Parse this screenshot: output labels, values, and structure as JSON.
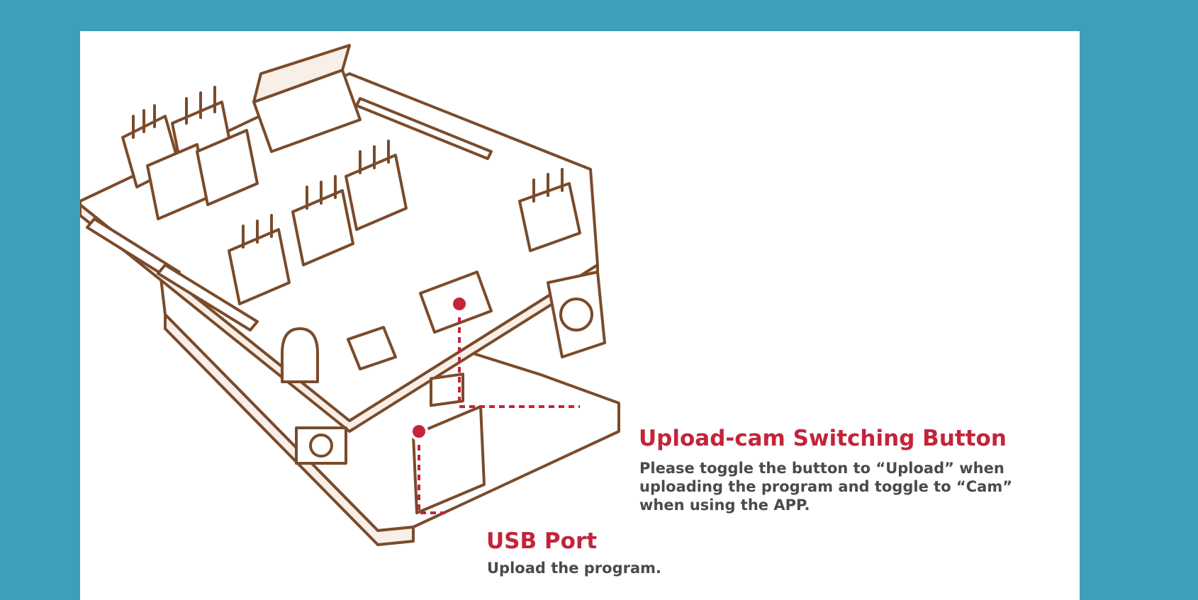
{
  "colors": {
    "background": "#3f9fb9",
    "card": "#ffffff",
    "outline": "#7a4b2a",
    "accent": "#c3243a",
    "description": "#4a4a4a"
  },
  "callouts": [
    {
      "title": "Upload-cam Switching Button",
      "description": "Please toggle the button to “Upload” when uploading the program and toggle to “Cam” when using the APP."
    },
    {
      "title": "USB Port",
      "description": "Upload the program."
    }
  ]
}
